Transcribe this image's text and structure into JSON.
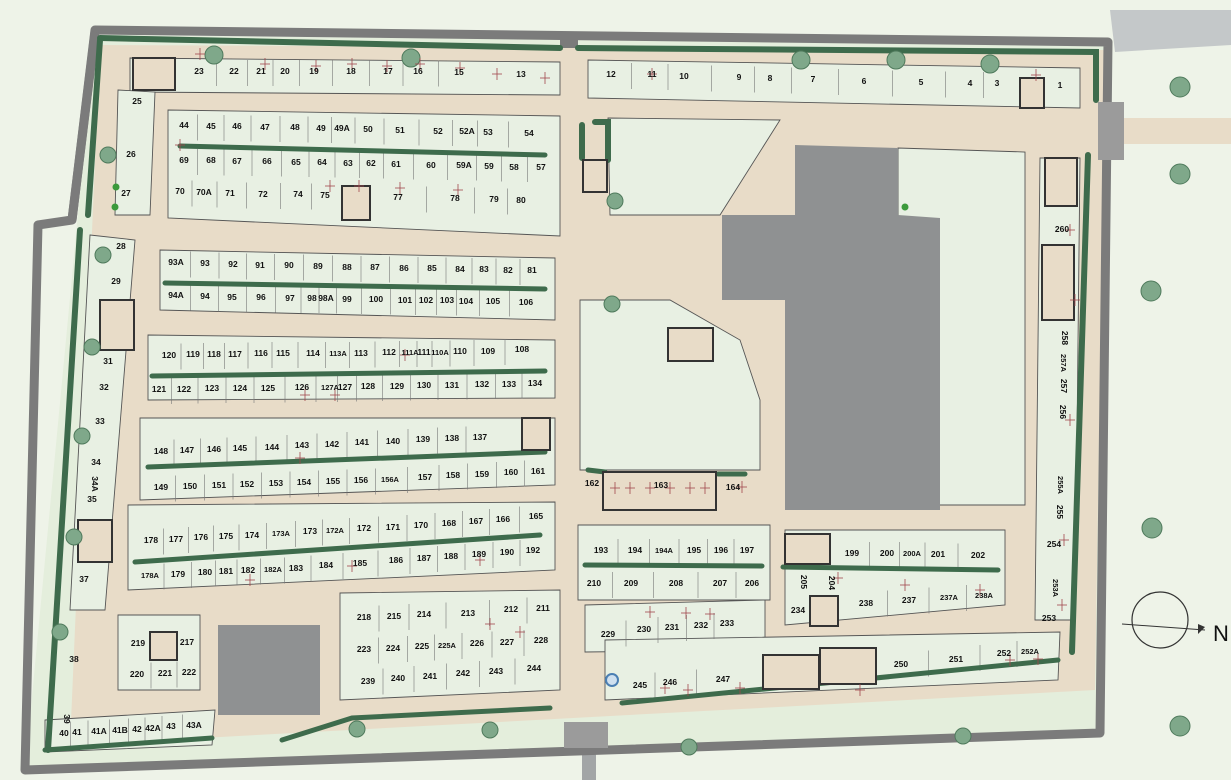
{
  "map": {
    "colors": {
      "background": "#e4eedc",
      "path": "#e8dcc8",
      "wall": "#7b7b7b",
      "hedge": "#3e6b4c",
      "tree": "#7fa88a",
      "building": "#8f9192",
      "plot_block": "#e8f0e3"
    },
    "north_label": "N",
    "north_icon": "north-arrow-icon",
    "plot_labels": [
      "1",
      "3",
      "4",
      "5",
      "6",
      "7",
      "8",
      "9",
      "10",
      "11",
      "12",
      "13",
      "15",
      "16",
      "17",
      "18",
      "19",
      "20",
      "21",
      "22",
      "23",
      "25",
      "26",
      "27",
      "28",
      "29",
      "31",
      "32",
      "33",
      "34",
      "34A",
      "35",
      "37",
      "38",
      "39",
      "40",
      "41",
      "41A",
      "41B",
      "42",
      "42A",
      "43",
      "43A",
      "44",
      "45",
      "46",
      "47",
      "48",
      "49",
      "49A",
      "50",
      "51",
      "52",
      "52A",
      "53",
      "54",
      "57",
      "58",
      "59",
      "59A",
      "60",
      "61",
      "62",
      "63",
      "64",
      "65",
      "66",
      "67",
      "68",
      "69",
      "70",
      "70A",
      "71",
      "72",
      "74",
      "75",
      "77",
      "78",
      "79",
      "80",
      "81",
      "82",
      "83",
      "84",
      "85",
      "86",
      "87",
      "88",
      "89",
      "90",
      "91",
      "92",
      "93",
      "93A",
      "94",
      "94A",
      "95",
      "96",
      "97",
      "98",
      "98A",
      "99",
      "100",
      "101",
      "102",
      "103",
      "104",
      "105",
      "106",
      "108",
      "109",
      "110",
      "110A",
      "111",
      "111A",
      "112",
      "113",
      "113A",
      "114",
      "115",
      "116",
      "117",
      "118",
      "119",
      "120",
      "121",
      "122",
      "123",
      "124",
      "125",
      "126",
      "127",
      "127A",
      "128",
      "129",
      "130",
      "131",
      "132",
      "133",
      "134",
      "137",
      "138",
      "139",
      "140",
      "141",
      "142",
      "143",
      "144",
      "145",
      "146",
      "147",
      "148",
      "149",
      "150",
      "151",
      "152",
      "153",
      "154",
      "155",
      "156",
      "156A",
      "157",
      "158",
      "159",
      "160",
      "161",
      "162",
      "163",
      "164",
      "165",
      "166",
      "167",
      "168",
      "170",
      "171",
      "172",
      "172A",
      "173",
      "173A",
      "174",
      "175",
      "176",
      "177",
      "178",
      "178A",
      "179",
      "180",
      "181",
      "182",
      "182A",
      "183",
      "184",
      "185",
      "186",
      "187",
      "188",
      "189",
      "190",
      "192",
      "193",
      "194",
      "194A",
      "195",
      "196",
      "197",
      "199",
      "200",
      "200A",
      "201",
      "202",
      "204",
      "205",
      "206",
      "207",
      "208",
      "209",
      "210",
      "211",
      "212",
      "213",
      "214",
      "215",
      "217",
      "218",
      "219",
      "220",
      "221",
      "222",
      "223",
      "224",
      "225",
      "225A",
      "227",
      "228",
      "226",
      "229",
      "230",
      "231",
      "232",
      "233",
      "234",
      "237",
      "237A",
      "238",
      "238A",
      "239",
      "240",
      "241",
      "242",
      "243",
      "244",
      "245",
      "246",
      "247",
      "250",
      "251",
      "252",
      "252A",
      "253",
      "253A",
      "254",
      "255",
      "255A",
      "256",
      "257",
      "257A",
      "258",
      "260"
    ]
  }
}
